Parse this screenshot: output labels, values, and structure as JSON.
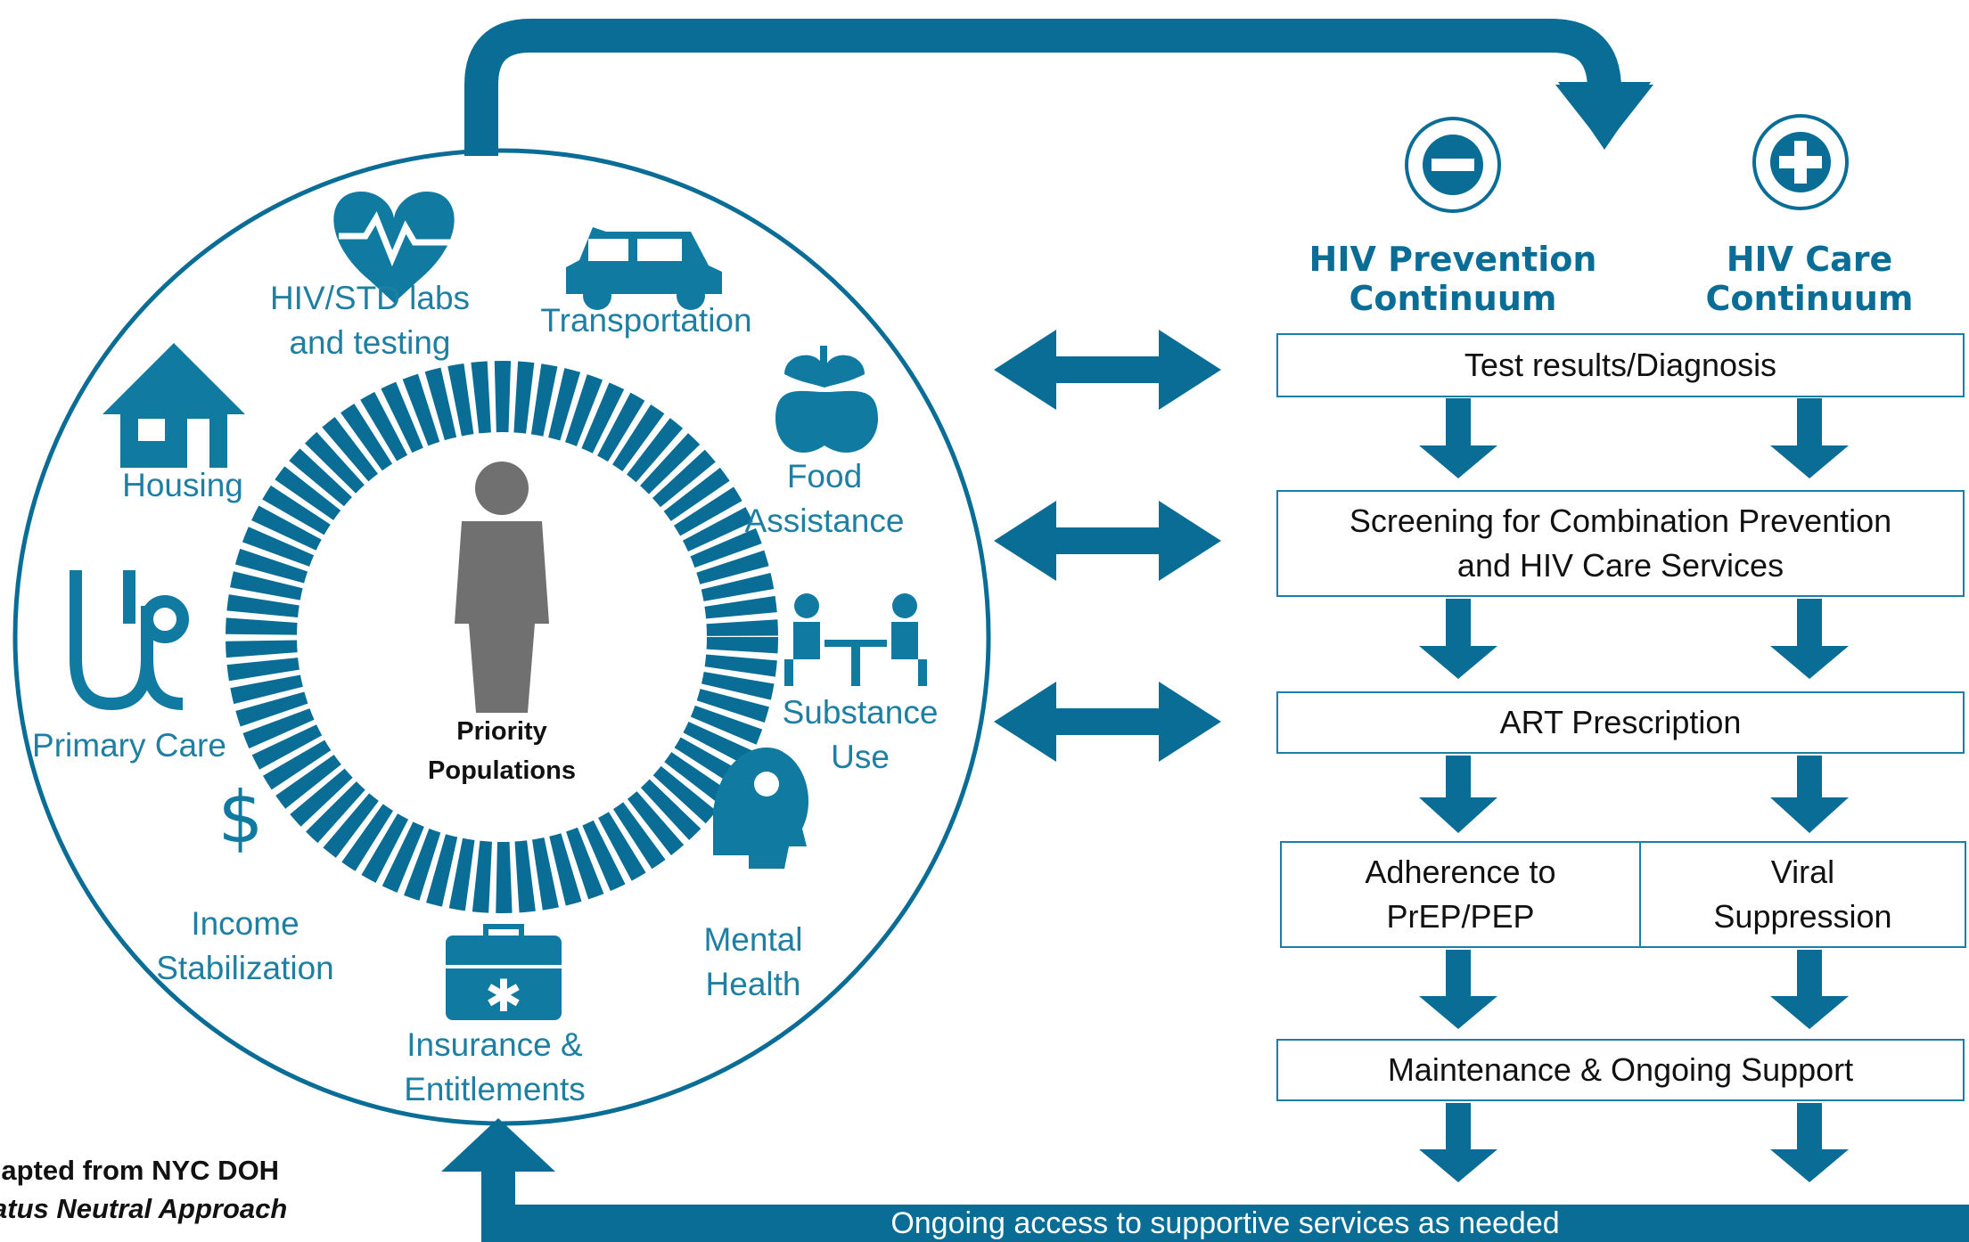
{
  "colors": {
    "primary": "#0a6d96",
    "icon": "#117aa0",
    "label": "#1f7fa3",
    "center_icon": "#707070"
  },
  "services": {
    "hiv_std": "HIV/STD labs\nand testing",
    "transportation": "Transportation",
    "housing": "Housing",
    "food": "Food\nAssistance",
    "primary_care": "Primary Care",
    "substance": "Substance\nUse",
    "income": "Income\nStabilization",
    "mental": "Mental\nHealth",
    "insurance": "Insurance &\nEntitlements"
  },
  "center_label": "Priority\nPopulations",
  "continuum": {
    "prevention_header": "HIV Prevention\nContinuum",
    "care_header": "HIV Care\nContinuum",
    "steps": {
      "test": "Test results/Diagnosis",
      "screening": "Screening for Combination Prevention\nand HIV Care Services",
      "art": "ART Prescription",
      "adherence": "Adherence to\nPrEP/PEP",
      "viral": "Viral\nSuppression",
      "maintenance": "Maintenance & Ongoing Support"
    }
  },
  "bottom_bar": "Ongoing access to supportive services as needed",
  "attribution": {
    "line1": "Adapted from NYC DOH",
    "line2": "Status Neutral Approach"
  }
}
